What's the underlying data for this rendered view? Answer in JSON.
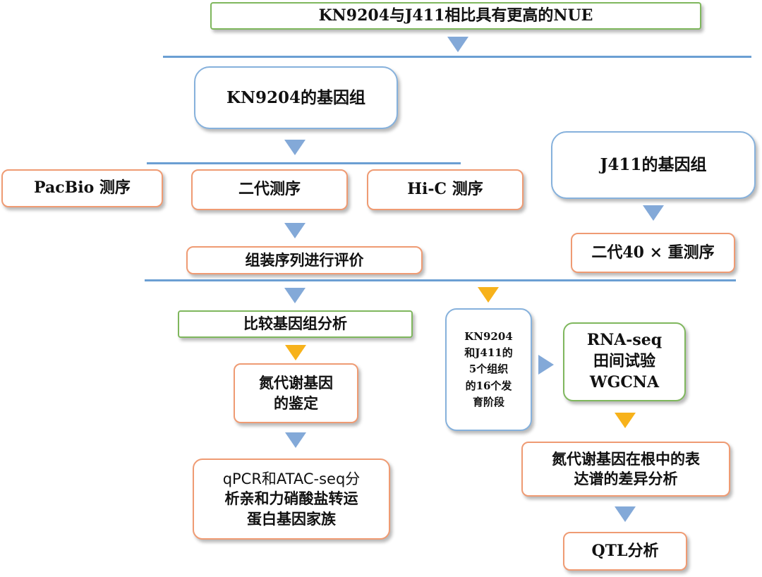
{
  "top": "KN9204与J411相比具有更高的NUE",
  "kn_genome": "KN9204的基因组",
  "j411_genome": "J411的基因组",
  "seq_pacbio": "PacBio 测序",
  "seq_ngs": "二代测序",
  "seq_hic": "Hi-C 测序",
  "assembly_eval": "组装序列进行评价",
  "resequencing": "二代40 × 重测序",
  "comparative": "比较基因组分析",
  "n_genes_id": [
    "氮代谢基因",
    "的鉴定"
  ],
  "family": [
    "qPCR和ATAC-seq分",
    "析亲和力硝酸盐转运",
    "蛋白基因家族"
  ],
  "tissues": [
    "KN9204",
    "和J411的",
    "5个组织",
    "的16个发",
    "育阶段"
  ],
  "rnaseq": [
    "RNA-seq",
    "田间试验",
    "WGCNA"
  ],
  "root_expr": [
    "氮代谢基因在根中的表",
    "达谱的差异分析"
  ],
  "qtl": "QTL分析"
}
